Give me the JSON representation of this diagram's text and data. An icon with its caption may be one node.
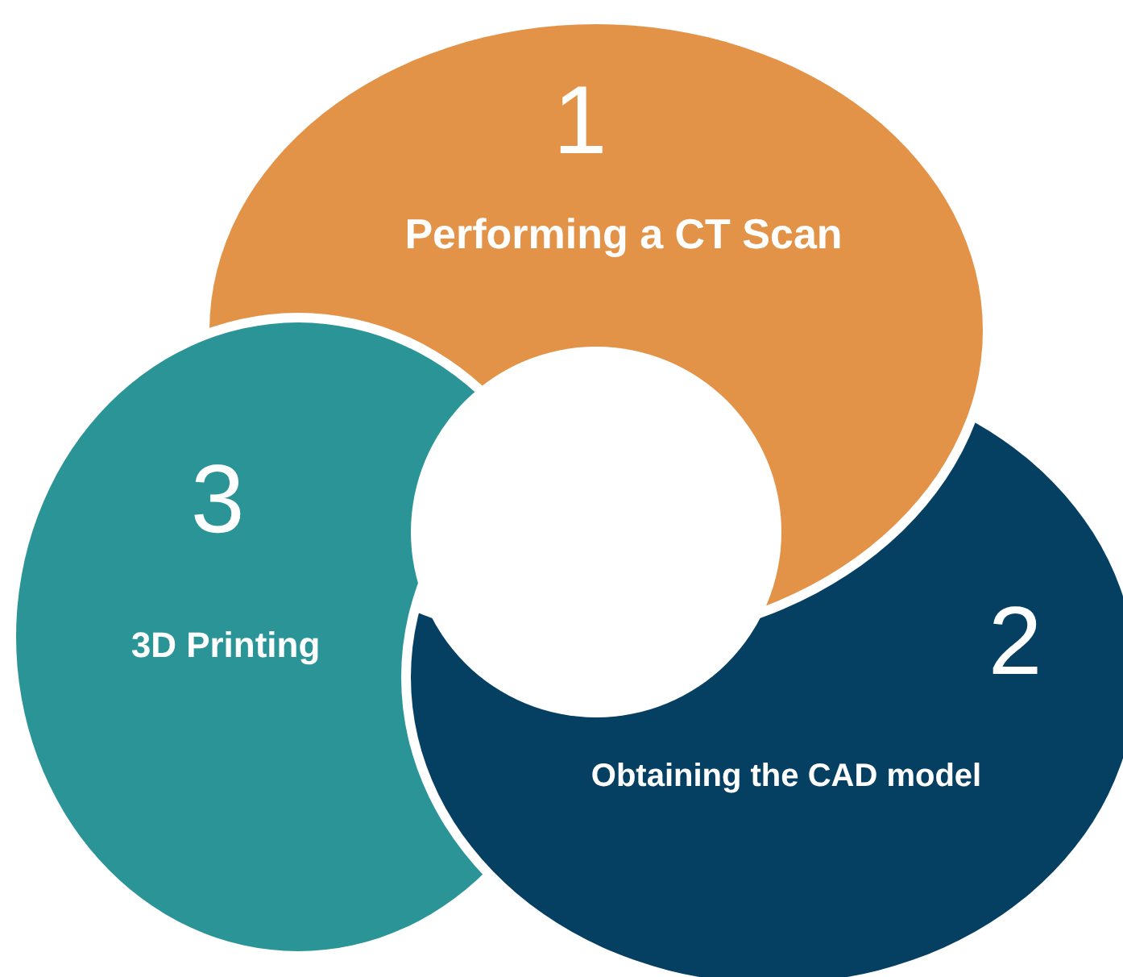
{
  "diagram": {
    "nodes": [
      {
        "text": [
          "1",
          "Performing a CT Scan"
        ]
      },
      {
        "text": [
          "2",
          "Obtaining the CAD model"
        ]
      },
      {
        "text": [
          "3",
          "3D Printing"
        ]
      }
    ]
  }
}
